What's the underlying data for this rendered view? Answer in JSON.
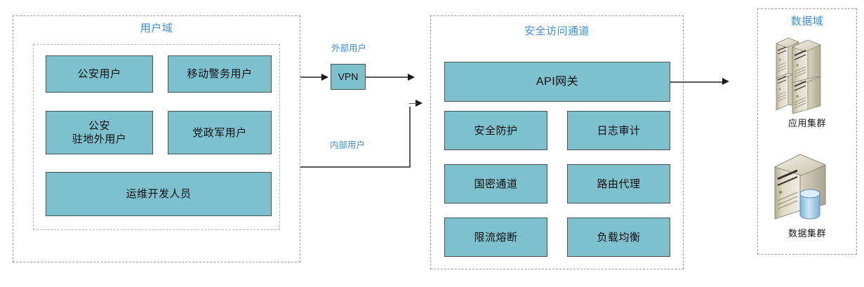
{
  "diagram": {
    "zones": {
      "user_domain": {
        "title": "用户域",
        "boxes": [
          {
            "label": "公安用户"
          },
          {
            "label": "移动警务用户"
          },
          {
            "label": "公安\n驻地外用户"
          },
          {
            "label": "党政军用户"
          },
          {
            "label": "运维开发人员"
          }
        ]
      },
      "secure_channel": {
        "title": "安全访问通道",
        "gateway": {
          "label": "API网关"
        },
        "modules": [
          {
            "label": "安全防护"
          },
          {
            "label": "日志审计"
          },
          {
            "label": "国密通道"
          },
          {
            "label": "路由代理"
          },
          {
            "label": "限流熔断"
          },
          {
            "label": "负载均衡"
          }
        ]
      },
      "data_domain": {
        "title": "数据域",
        "nodes": [
          {
            "label": "应用集群",
            "icon": "server-stack-icon"
          },
          {
            "label": "数据集群",
            "icon": "server-database-icon"
          }
        ]
      }
    },
    "connectors": {
      "vpn_box": {
        "label": "VPN"
      },
      "external_users": {
        "label": "外部用户"
      },
      "internal_users": {
        "label": "内部用户"
      }
    },
    "colors": {
      "box_fill": "#7dc1cf",
      "box_border": "#4d5152",
      "title_blue": "#3c8ddc",
      "zone_border": "#9a9a9a",
      "line": "#595959"
    }
  }
}
